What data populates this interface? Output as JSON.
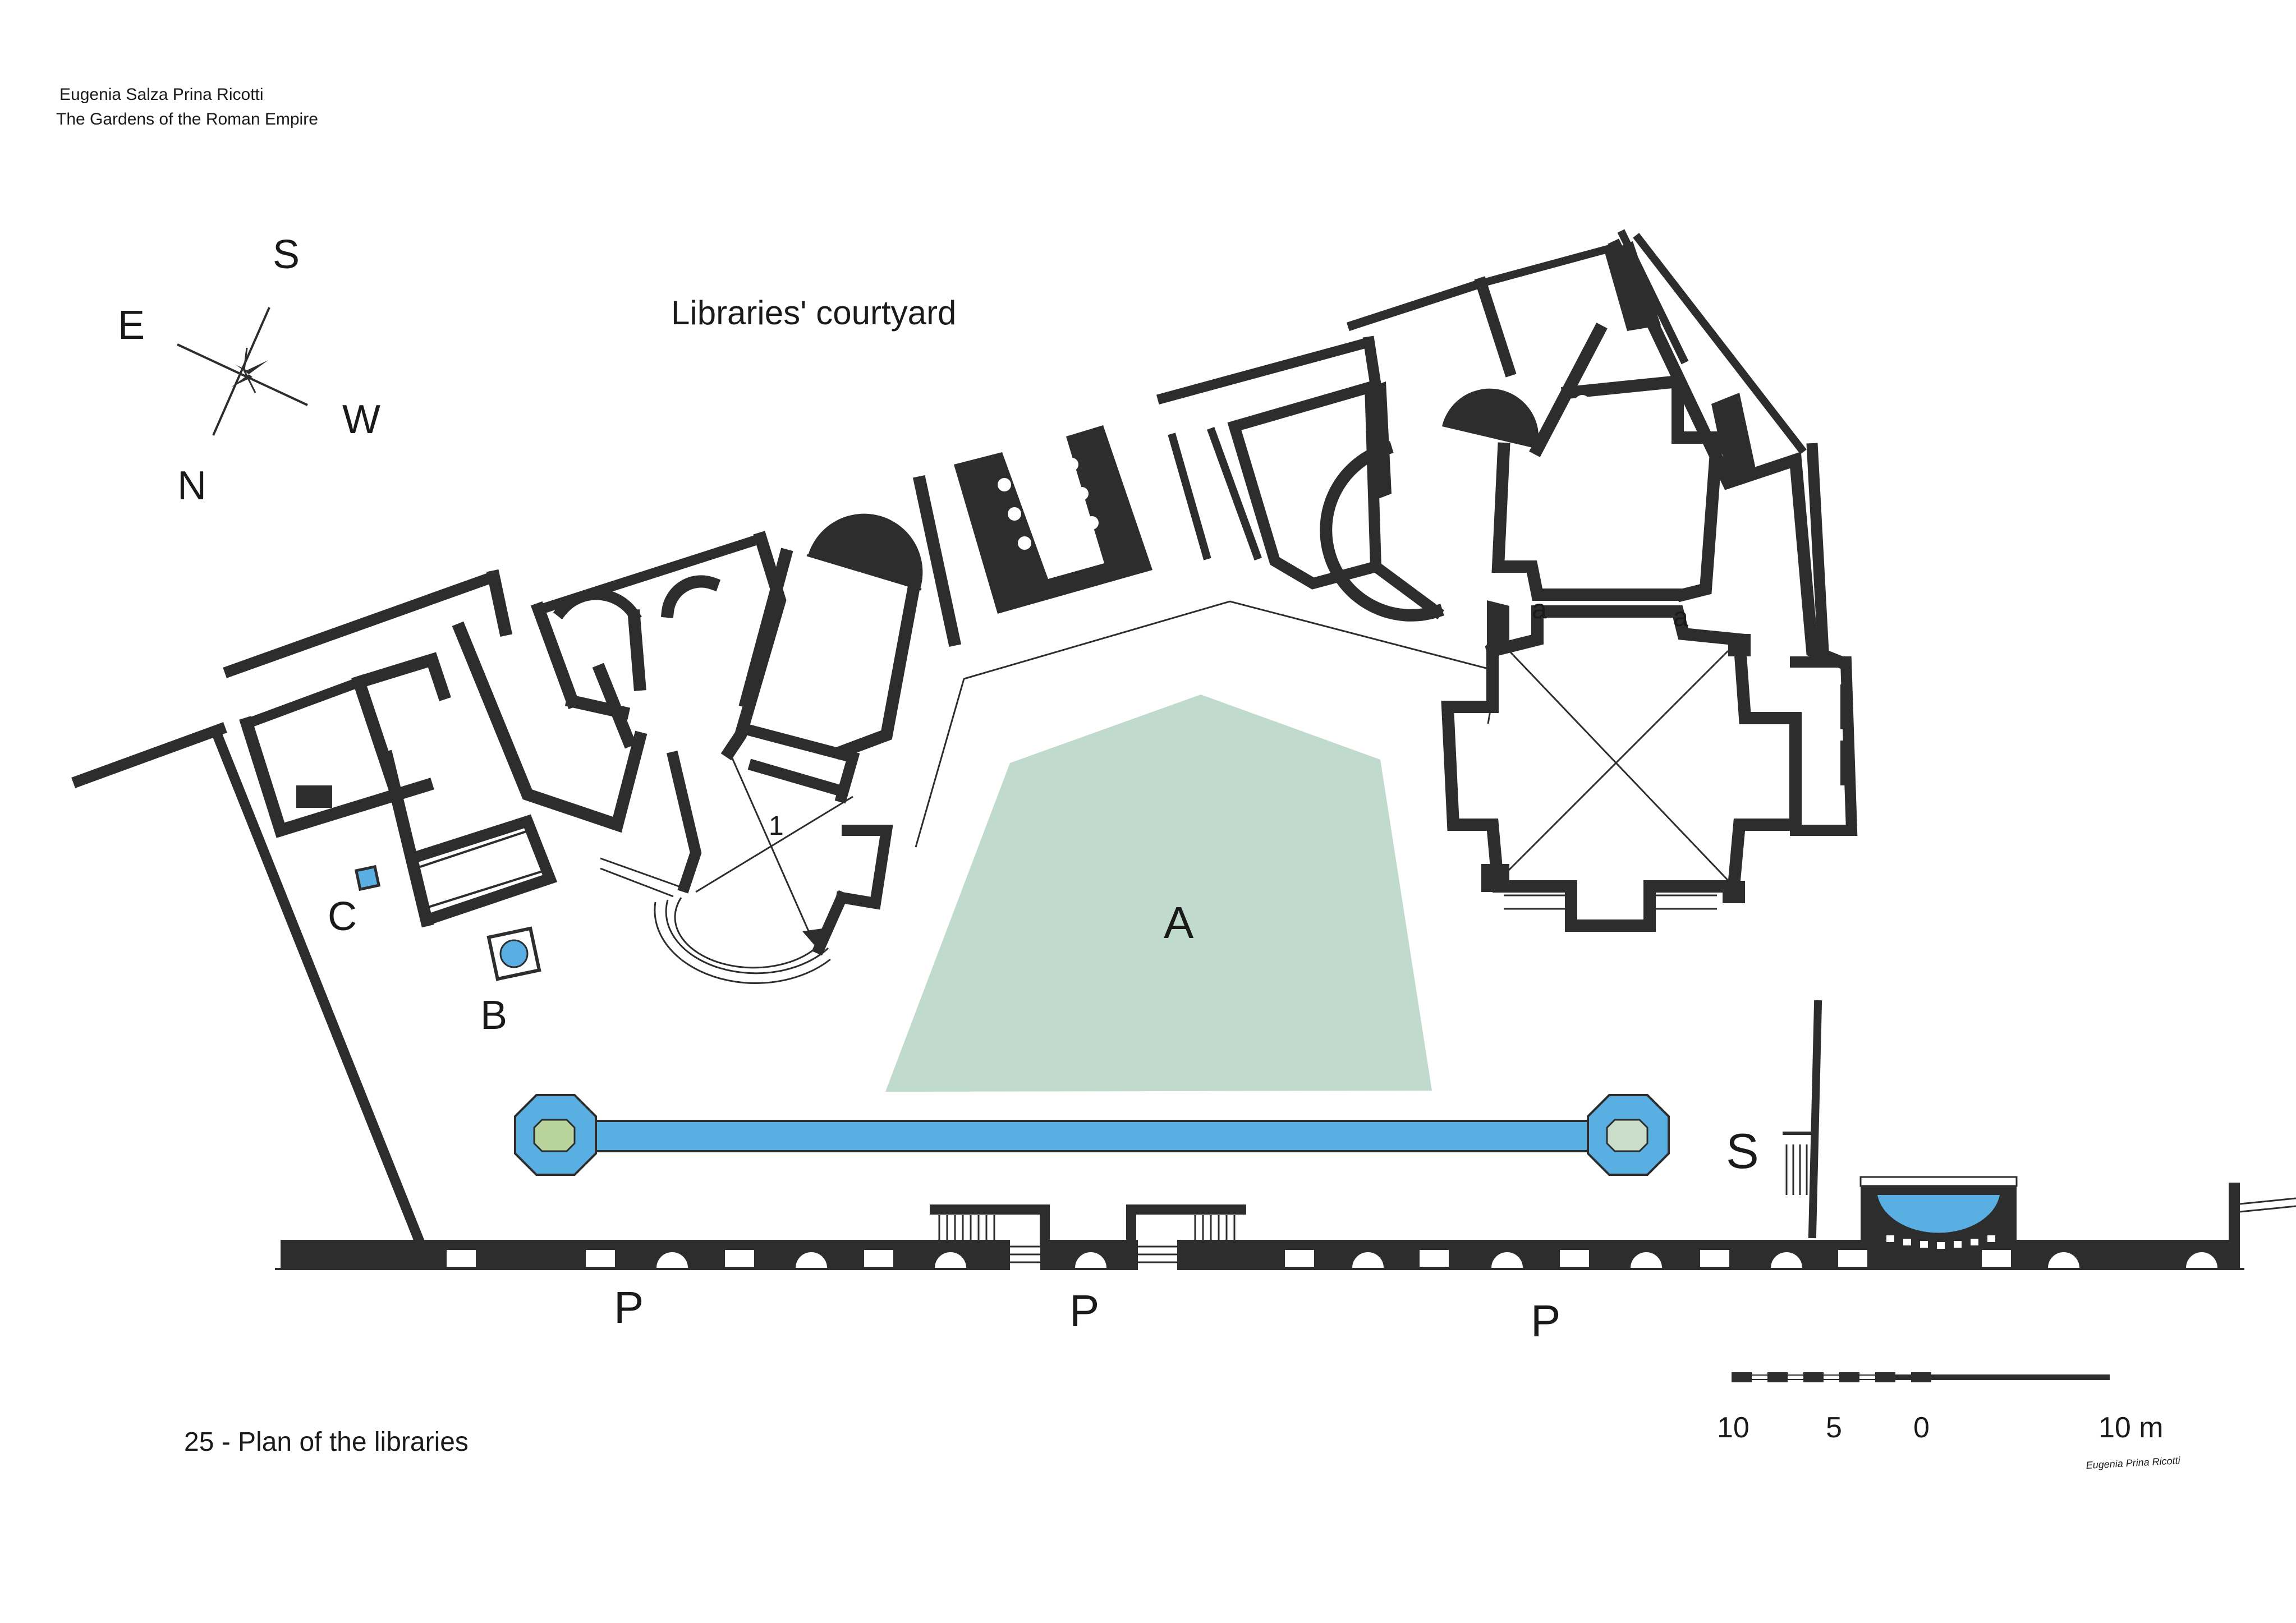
{
  "header": {
    "author": "Eugenia Salza Prina Ricotti",
    "book": "The Gardens of the Roman Empire"
  },
  "compass": {
    "s": "S",
    "e": "E",
    "w": "W",
    "n": "N"
  },
  "title": "Libraries' courtyard",
  "labels": {
    "a": "A",
    "b": "B",
    "c": "C",
    "s": "S",
    "p": "P",
    "one": "1",
    "a_small": "a"
  },
  "caption": "25 - Plan of the libraries",
  "scale": {
    "t10": "10",
    "t5": "5",
    "t0": "0",
    "t10m": "10 m"
  },
  "signature": "Eugenia Prina Ricotti",
  "colors": {
    "wall": "#2d2d2d",
    "garden": "#c0dacd",
    "water": "#59aee2",
    "basin": "#b8d39b",
    "basin_light": "#c9ddc8"
  }
}
